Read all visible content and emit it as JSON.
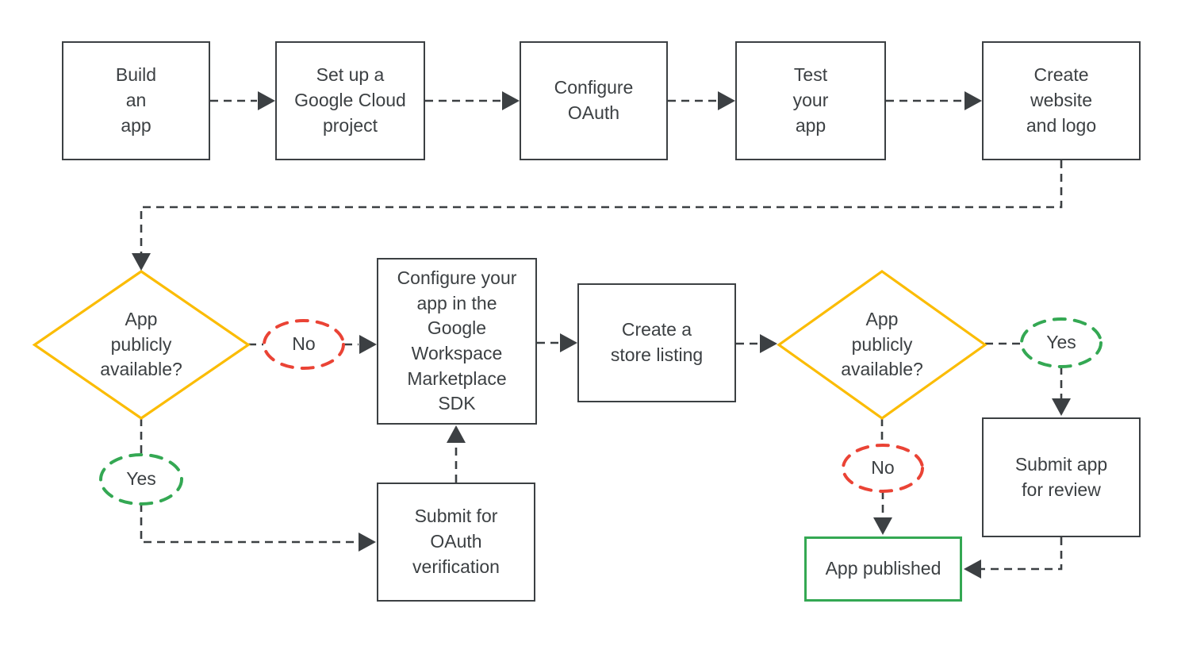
{
  "colors": {
    "gray": "#3c4043",
    "yellow": "#fbbc04",
    "red": "#ea4335",
    "green": "#34a853",
    "bg": "#ffffff"
  },
  "flowchart": {
    "nodes": {
      "build": {
        "label": "Build\nan\napp"
      },
      "cloud_project": {
        "label": "Set up a\nGoogle Cloud\nproject"
      },
      "configure_oauth": {
        "label": "Configure\nOAuth"
      },
      "test_app": {
        "label": "Test\nyour\napp"
      },
      "website_logo": {
        "label": "Create\nwebsite\nand logo"
      },
      "marketplace_sdk": {
        "label": "Configure your\napp in the\nGoogle\nWorkspace\nMarketplace\nSDK"
      },
      "store_listing": {
        "label": "Create a\nstore listing"
      },
      "oauth_verification": {
        "label": "Submit for\nOAuth\nverification"
      },
      "submit_review": {
        "label": "Submit app\nfor review"
      },
      "app_published": {
        "label": "App published"
      }
    },
    "decisions": {
      "decision1": {
        "label": "App\npublicly\navailable?"
      },
      "decision2": {
        "label": "App\npublicly\navailable?"
      }
    },
    "edge_labels": {
      "no1": "No",
      "yes1": "Yes",
      "no2": "No",
      "yes2": "Yes"
    }
  }
}
